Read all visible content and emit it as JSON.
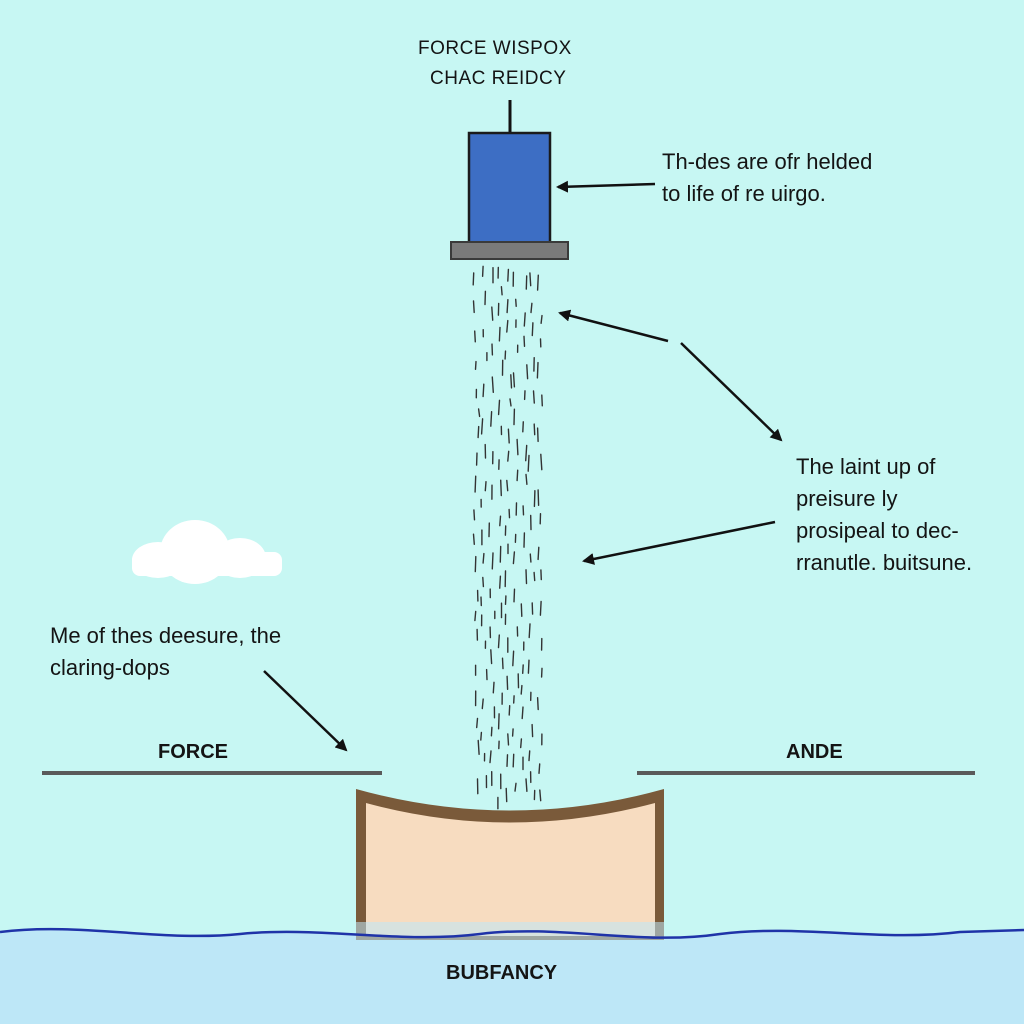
{
  "title": {
    "line1": "FORCE WISPOX",
    "line2": "CHAC REIDCY"
  },
  "annotations": {
    "top_right": [
      "Th-des are ofr helded",
      "to life of re uirgo."
    ],
    "middle_right": [
      "The laint up of",
      "preisure ly",
      "prosipeal to dec-",
      "rranutle. buitsune."
    ],
    "left": [
      "Me of thes deesure, the",
      "claring-dops"
    ]
  },
  "labels": {
    "left_ledge": "FORCE",
    "right_ledge": "ANDE",
    "bottom": "BUBFANCY"
  },
  "colors": {
    "sky": "#c7f7f3",
    "water": "#bde7f7",
    "water_line": "#1f33a8",
    "nozzle_body": "#3d6ec4",
    "nozzle_plate": "#7a7a7a",
    "basin_fill": "#f7dcc0",
    "basin_rim": "#7a5a3a",
    "ledge": "#5a5a5a",
    "cloud": "#ffffff"
  }
}
